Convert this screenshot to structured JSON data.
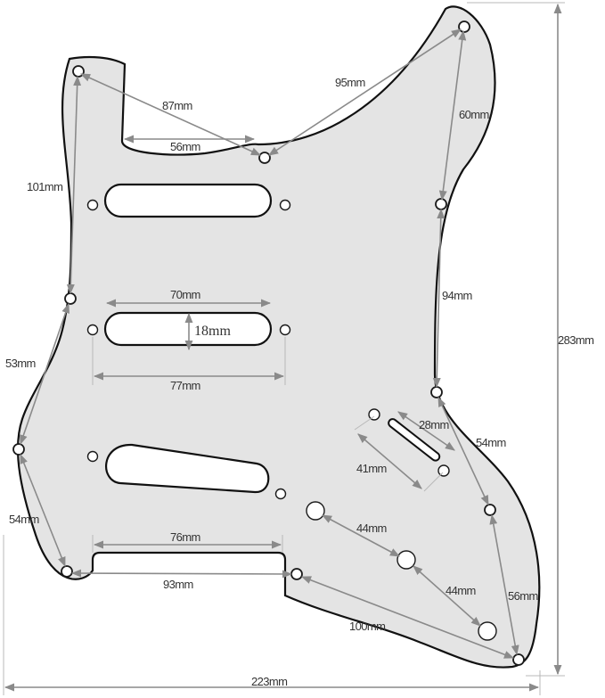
{
  "colors": {
    "plate_fill": "#e4e4e4",
    "plate_outline": "#111111",
    "dimension_line": "#8a8a8a",
    "label_text": "#333333"
  },
  "dimensions": {
    "d87": "87mm",
    "d56_top": "56mm",
    "d95": "95mm",
    "d60": "60mm",
    "d101": "101mm",
    "d70": "70mm",
    "d18": "18mm",
    "d77": "77mm",
    "d94": "94mm",
    "d283": "283mm",
    "d53": "53mm",
    "d28": "28mm",
    "d54_right": "54mm",
    "d41": "41mm",
    "d54_left": "54mm",
    "d76": "76mm",
    "d44_a": "44mm",
    "d44_b": "44mm",
    "d93": "93mm",
    "d56_right": "56mm",
    "d100": "100mm",
    "d223": "223mm"
  }
}
